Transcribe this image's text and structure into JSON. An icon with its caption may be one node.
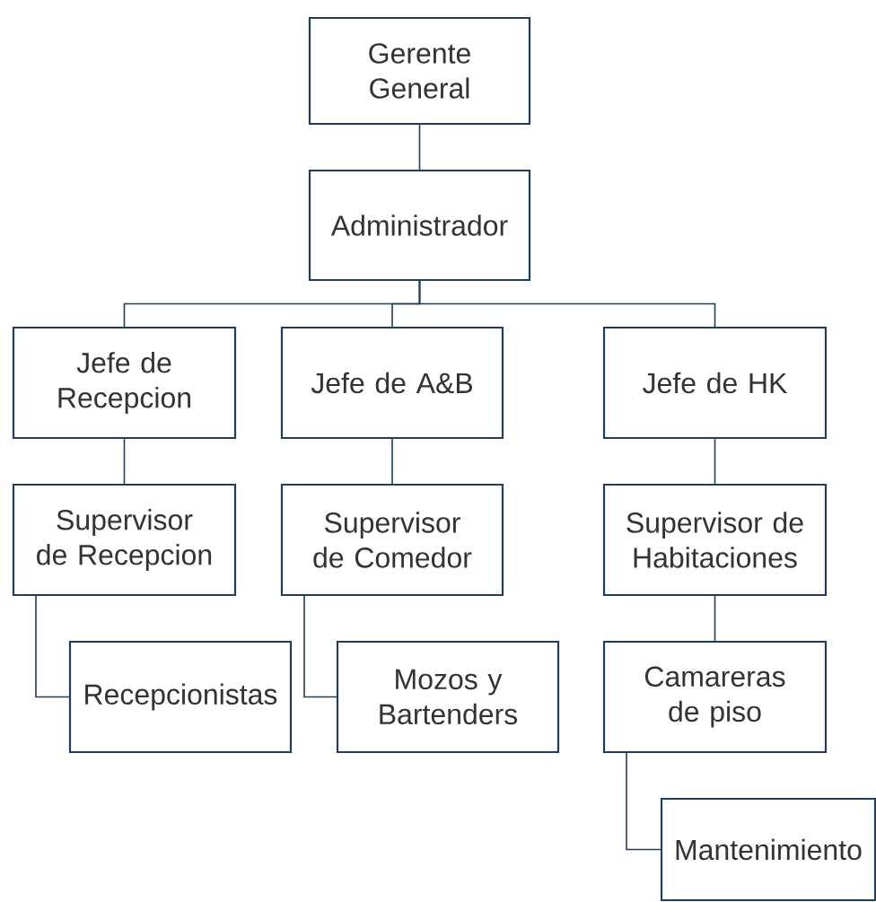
{
  "diagram": {
    "nodes": [
      {
        "text": [
          "Gerente General"
        ]
      },
      {
        "text": [
          "Administrador"
        ]
      },
      {
        "text": [
          "Jefe de Recepcion"
        ]
      },
      {
        "text": [
          "Jefe de A&B"
        ]
      },
      {
        "text": [
          "Jefe de HK"
        ]
      },
      {
        "text": [
          "Supervisor de Recepcion"
        ]
      },
      {
        "text": [
          "Supervisor de Comedor"
        ]
      },
      {
        "text": [
          "Supervisor de Habitaciones"
        ]
      },
      {
        "text": [
          "Recepcionistas"
        ]
      },
      {
        "text": [
          "Mozos y Bartenders"
        ]
      },
      {
        "text": [
          "Camareras de piso"
        ]
      },
      {
        "text": [
          "Mantenimiento"
        ]
      }
    ],
    "edges": [
      {
        "from": 0,
        "to": 1,
        "arrow": "none"
      },
      {
        "from": 1,
        "to": 2,
        "arrow": "none"
      },
      {
        "from": 1,
        "to": 3,
        "arrow": "none"
      },
      {
        "from": 1,
        "to": 4,
        "arrow": "none"
      },
      {
        "from": 2,
        "to": 5,
        "arrow": "none"
      },
      {
        "from": 3,
        "to": 6,
        "arrow": "none"
      },
      {
        "from": 4,
        "to": 7,
        "arrow": "none"
      },
      {
        "from": 5,
        "to": 8,
        "arrow": "none"
      },
      {
        "from": 6,
        "to": 9,
        "arrow": "none"
      },
      {
        "from": 7,
        "to": 10,
        "arrow": "none"
      },
      {
        "from": 10,
        "to": 11,
        "arrow": "none"
      }
    ]
  }
}
